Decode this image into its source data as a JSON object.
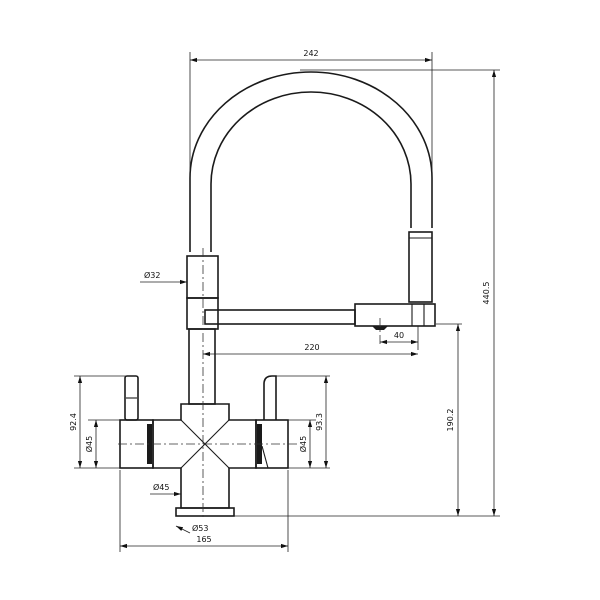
{
  "dimensions": {
    "width_top": "242",
    "total_height": "440.5",
    "spout_diameter": "Ø32",
    "spout_reach": "220",
    "aerator_offset": "40",
    "spout_height": "190.2",
    "handle_left_height": "92.4",
    "handle_right_height": "93.3",
    "body_left_diameter": "Ø45",
    "body_right_diameter": "Ø45",
    "body_center_diameter": "Ø45",
    "base_diameter": "Ø53",
    "base_width": "165"
  }
}
